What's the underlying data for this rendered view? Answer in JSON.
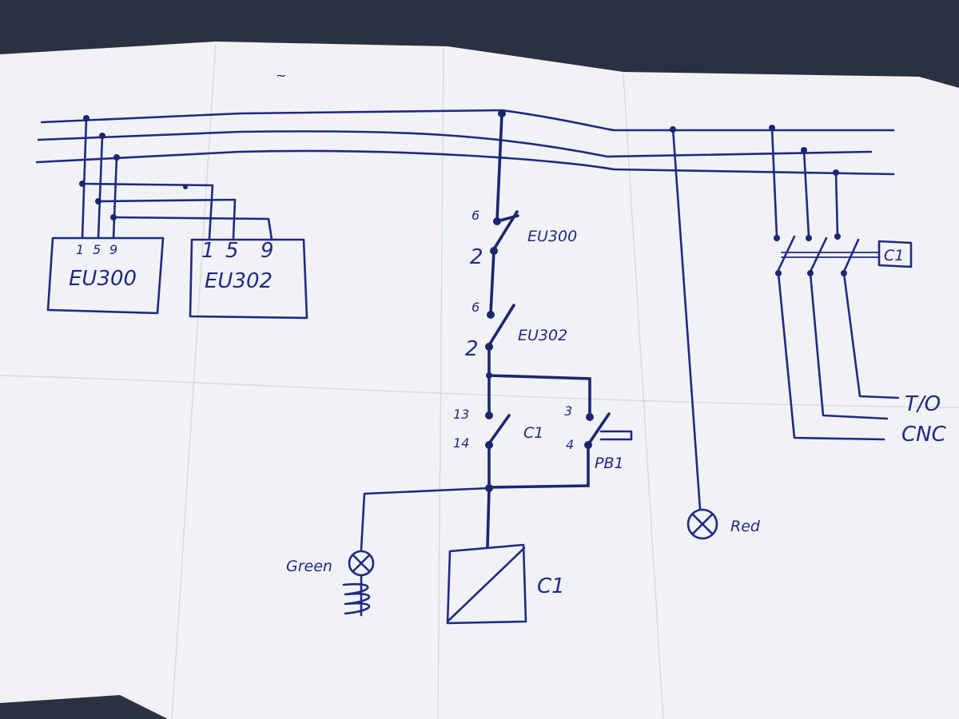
{
  "source_boxes": {
    "box1": {
      "terminals": [
        "1",
        "5",
        "9"
      ],
      "label": "EU300"
    },
    "box2": {
      "terminals": [
        "1",
        "5",
        "9"
      ],
      "label": "EU302"
    }
  },
  "control_circuit": {
    "eu300_contact": {
      "top": "6",
      "bottom": "2",
      "label": "EU300"
    },
    "eu302_contact": {
      "top": "6",
      "bottom": "2",
      "label": "EU302"
    },
    "c1_contact": {
      "top": "13",
      "bottom": "14",
      "label": "C1"
    },
    "pb1_button": {
      "top": "3",
      "bottom": "4",
      "label": "PB1"
    },
    "coil": {
      "label": "C1"
    },
    "green_lamp": {
      "label": "Green"
    },
    "red_lamp": {
      "label": "Red"
    }
  },
  "power_circuit": {
    "contactor_label": "C1",
    "output_labels": [
      "T/O",
      "CNC"
    ]
  },
  "margin_mark": "~",
  "ink_color": "#1f2a80",
  "paper_color": "#f1f2f5",
  "background_color": "#2b3140"
}
